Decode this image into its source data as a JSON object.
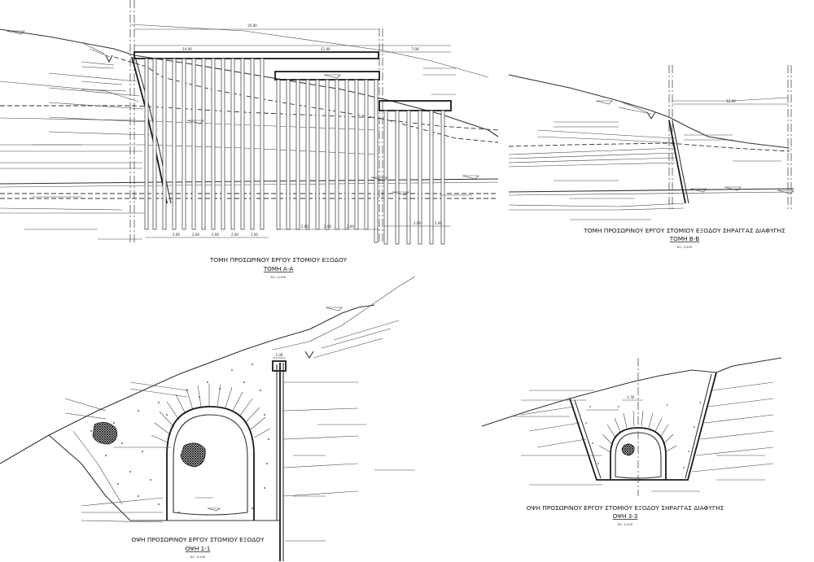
{
  "drawings": [
    {
      "id": "section-aa",
      "title": "ΤΟΜΗ ΠΡΟΣΩΡΙΝΟΥ ΕΡΓΟΥ ΣΤΟΜΙΟΥ ΕΞΟΔΟΥ",
      "subtitle": "ΤΟΜΗ Α-Α",
      "scale": "ΚΛ. 1/100",
      "dims": [
        "25.00",
        "14.00",
        "11.00",
        "7.00",
        "2.00",
        "2.00",
        "2.00",
        "2.00",
        "2.00",
        "2.00",
        "2.00",
        "2.00",
        "2.00",
        "2.00"
      ]
    },
    {
      "id": "section-bb",
      "title": "ΤΟΜΗ ΠΡΟΣΩΡΙΝΟΥ ΕΡΓΟΥ ΣΤΟΜΙΟΥ ΕΞΟΔΟΥ ΣΗΡΑΓΓΑΣ ΔΙΑΦΥΓΗΣ",
      "subtitle": "ΤΟΜΗ Β-Β",
      "scale": "ΚΛ. 1/100",
      "dims": [
        "12.00"
      ]
    },
    {
      "id": "view-11",
      "title": "ΟΨΗ ΠΡΟΣΩΡΙΝΟΥ ΕΡΓΟΥ ΣΤΟΜΙΟΥ ΕΞΟΔΟΥ",
      "subtitle": "ΟΨΗ 1-1",
      "scale": "ΚΛ. 1/100",
      "dims": [
        "1.00"
      ]
    },
    {
      "id": "view-33",
      "title": "ΟΨΗ ΠΡΟΣΩΡΙΝΟΥ ΕΡΓΟΥ ΣΤΟΜΙΟΥ ΕΞΟΔΟΥ ΣΗΡΑΓΓΑΣ ΔΙΑΦΥΓΗΣ",
      "subtitle": "ΟΨΗ 3-3",
      "scale": "ΚΛ. 1/100",
      "dims": [
        "1.50"
      ]
    }
  ]
}
